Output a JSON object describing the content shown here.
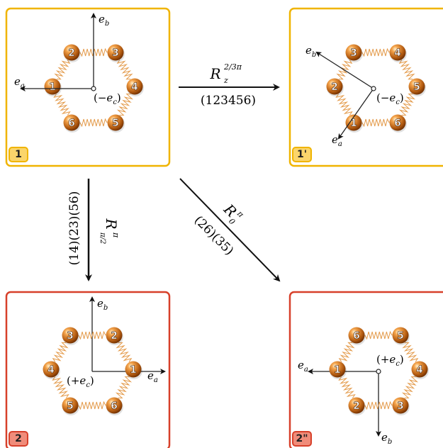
{
  "colors": {
    "panel_yellow": "#f0b400",
    "panel_red": "#d7402a",
    "tag_yellow_fill": "#fbd56b",
    "tag_red_fill": "#f08c7a",
    "bead_dark": "#8a3d00",
    "bead_light": "#f3a24a",
    "spring": "#e39a4a",
    "axis": "#222222"
  },
  "panels": [
    {
      "id": "p1",
      "tag": "1",
      "border": "yellow",
      "beads": [
        "1",
        "2",
        "3",
        "4",
        "5",
        "6"
      ],
      "axis_a": "e_a",
      "axis_b": "e_b",
      "axis_c": "(−e_c)"
    },
    {
      "id": "p1p",
      "tag": "1'",
      "border": "yellow",
      "beads": [
        "1",
        "2",
        "3",
        "4",
        "5",
        "6"
      ],
      "axis_a": "e_a",
      "axis_b": "e_b",
      "axis_c": "(−e_c)"
    },
    {
      "id": "p2",
      "tag": "2",
      "border": "red",
      "beads": [
        "1",
        "2",
        "3",
        "4",
        "5",
        "6"
      ],
      "axis_a": "e_a",
      "axis_b": "e_b",
      "axis_c": "(+e_c)"
    },
    {
      "id": "p2pp",
      "tag": "2\"",
      "border": "red",
      "beads": [
        "1",
        "2",
        "3",
        "4",
        "5",
        "6"
      ],
      "axis_a": "e_a",
      "axis_b": "e_b",
      "axis_c": "(+e_c)"
    }
  ],
  "transforms": [
    {
      "operator": "R",
      "superscript": "2/3π",
      "subscript": "z",
      "permutation": "(123456)"
    },
    {
      "operator": "R",
      "superscript": "π",
      "subscript": "π/2",
      "permutation": "(14)(23)(56)"
    },
    {
      "operator": "R",
      "superscript": "π",
      "subscript": "0",
      "permutation": "(26)(35)"
    }
  ]
}
